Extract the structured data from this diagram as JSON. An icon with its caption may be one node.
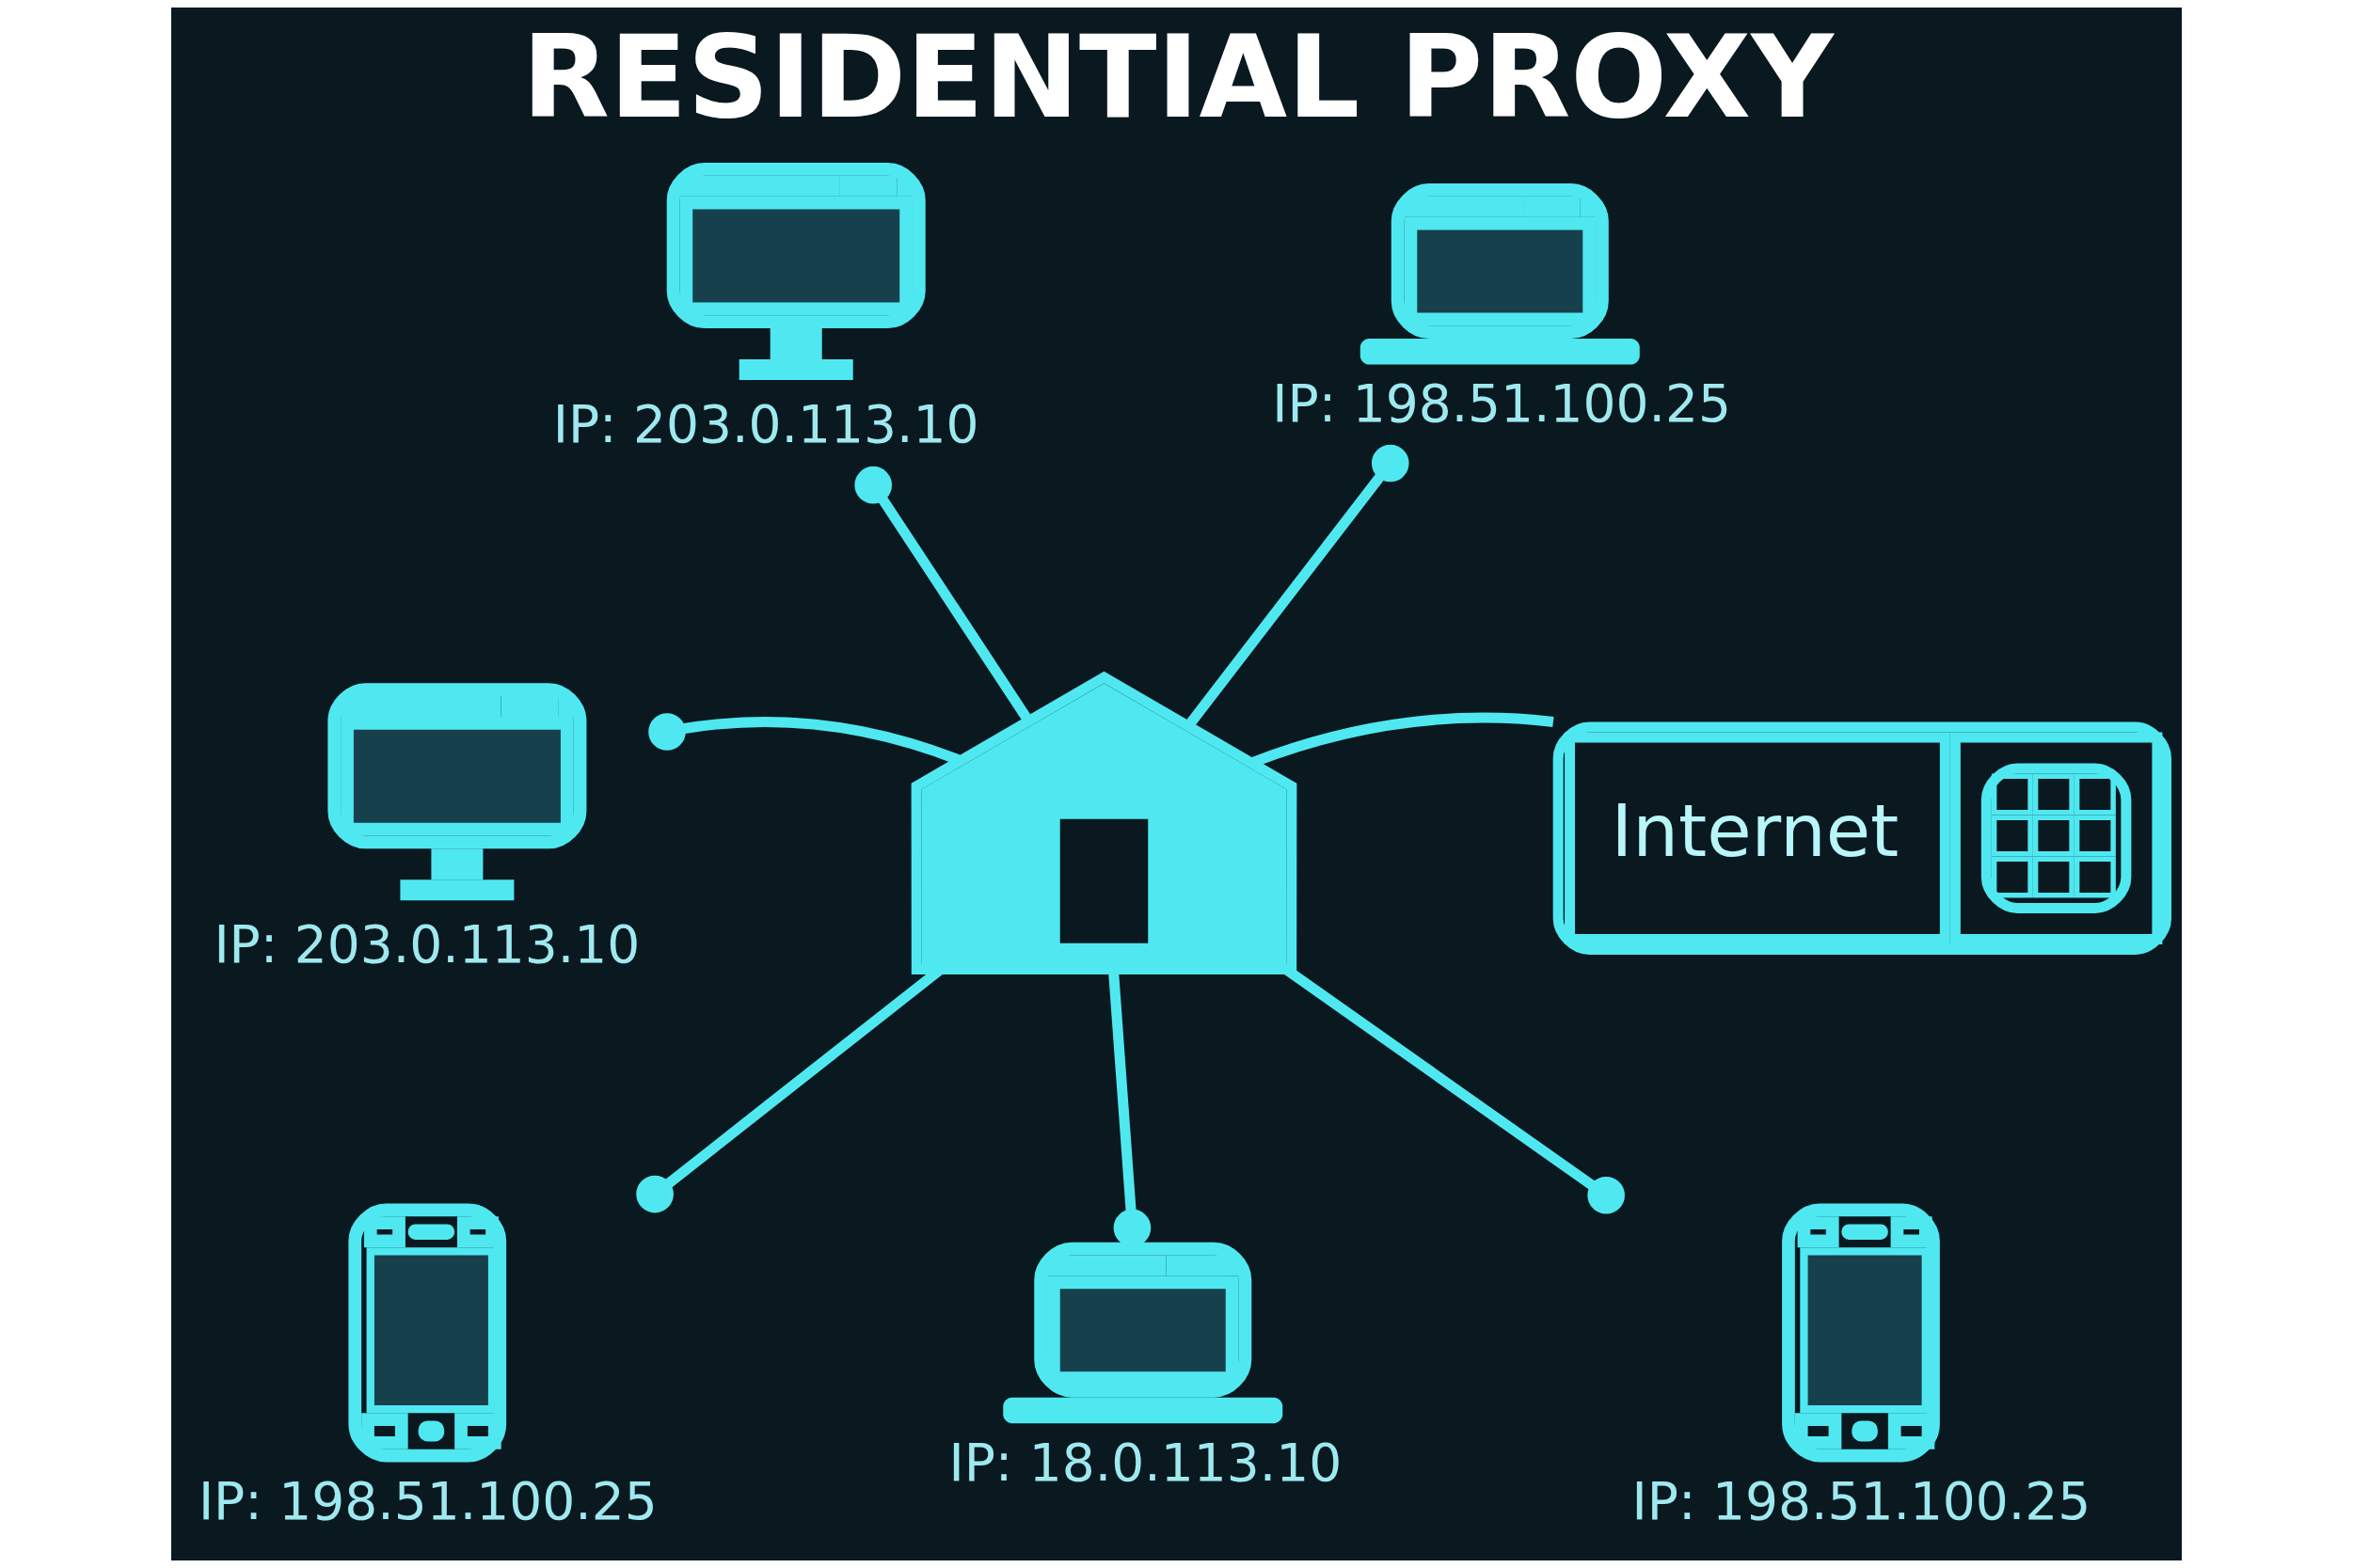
{
  "diagram": {
    "title": "RESIDENTIAL PROXY",
    "nodes": [
      {
        "text": [],
        "shape": "picture",
        "beside": [
          "IP: 203.0.113.10"
        ]
      },
      {
        "text": [],
        "shape": "picture"
      },
      {
        "text": [],
        "shape": "picture",
        "beside": [
          "IP: 198.51.100.25"
        ]
      },
      {
        "text": [],
        "shape": "picture",
        "beside": [
          "IP: 203.0.113.10"
        ]
      },
      {
        "text": [
          "Internet"
        ]
      },
      {
        "text": [],
        "shape": "picture",
        "beside": [
          "IP: 198.51.100.25"
        ]
      },
      {
        "text": [],
        "shape": "picture",
        "beside": [
          "IP: 18.0.113.10"
        ]
      },
      {
        "text": [],
        "shape": "picture",
        "beside": [
          "IP: 198.51.100.25"
        ]
      }
    ],
    "edges": [
      {
        "from": 1,
        "to": 0,
        "arrow": "other"
      },
      {
        "from": 1,
        "to": 2,
        "arrow": "other"
      },
      {
        "from": 1,
        "to": 3,
        "arrow": "other"
      },
      {
        "from": 1,
        "to": 4,
        "arrow": "none"
      },
      {
        "from": 1,
        "to": 5,
        "arrow": "other"
      },
      {
        "from": 1,
        "to": 6,
        "arrow": "other"
      },
      {
        "from": 1,
        "to": 7,
        "arrow": "other"
      }
    ]
  }
}
